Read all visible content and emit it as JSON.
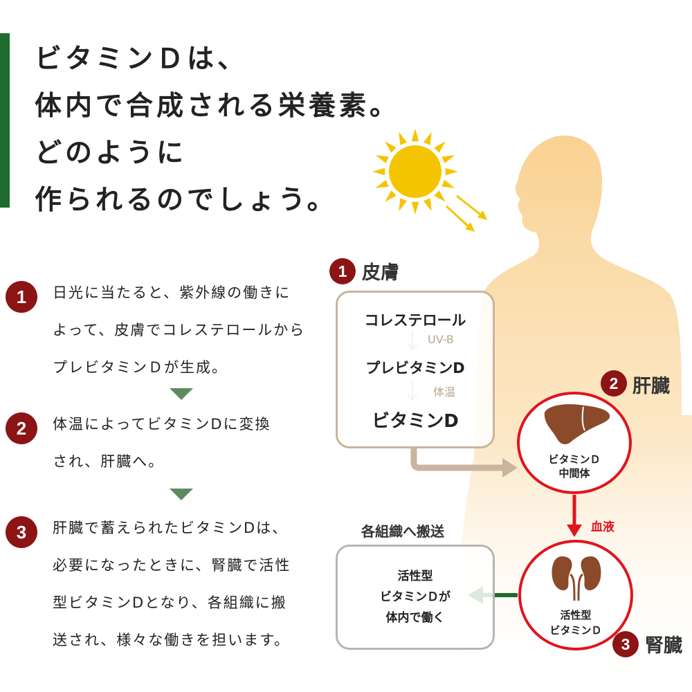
{
  "colors": {
    "heading_bar": "#1e6b2d",
    "badge": "#8c1414",
    "triangle": "#5f8a5f",
    "skin_box_border": "#c9b49d",
    "skin_arrow": "#c9b49d",
    "flow_label": "#b8a68e",
    "organ_ring": "#e0141e",
    "organ_brown": "#8b4a2a",
    "blood_label": "#e0141e",
    "output_arrow": "#1e6b2d",
    "sun": "#f5c400",
    "body_tint": "#f9cf8c"
  },
  "icons": [
    "sun-icon",
    "sunray-arrow-icon",
    "human-silhouette-icon",
    "liver-icon",
    "kidney-icon",
    "down-arrow-icon"
  ],
  "heading": {
    "lines": [
      "ビタミンＤは、",
      "体内で合成される栄養素。",
      "どのように",
      "作られるのでしょう。"
    ]
  },
  "steps": [
    {
      "num": "1",
      "lines": [
        "日光に当たると、紫外線の働きに",
        "よって、皮膚でコレステロールから",
        "プレビタミンＤが生成。"
      ]
    },
    {
      "num": "2",
      "lines": [
        "体温によってビタミンDに変換",
        "され、肝臓へ。"
      ]
    },
    {
      "num": "3",
      "lines": [
        "肝臓で蓄えられたビタミンDは、",
        "必要になったときに、腎臓で活性",
        "型ビタミンDとなり、各組織に搬",
        "送され、様々な働きを担います。"
      ]
    }
  ],
  "skin": {
    "num": "1",
    "label": "皮膚",
    "cholesterol": "コレステロール",
    "uvb": "UV-B",
    "previtamin": "プレビタミンD",
    "body_temp": "体温",
    "vitamin": "ビタミンD"
  },
  "liver": {
    "num": "2",
    "label": "肝臓",
    "line1": "ビタミンＤ",
    "line2": "中間体"
  },
  "blood_label": "血液",
  "kidney": {
    "num": "3",
    "label": "腎臓",
    "line1": "活性型",
    "line2": "ビタミンＤ"
  },
  "tissue": {
    "title": "各組織へ搬送",
    "line1": "活性型",
    "line2": "ビタミンＤが",
    "line3": "体内で働く"
  }
}
